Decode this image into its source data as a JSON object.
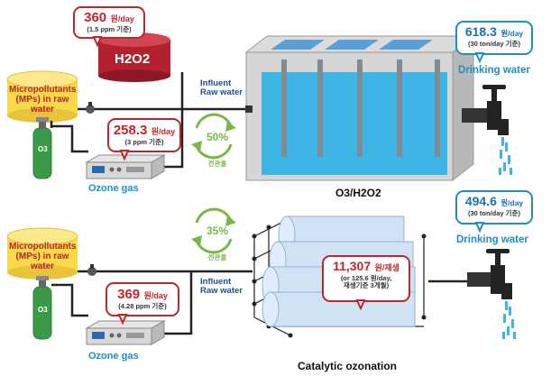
{
  "top": {
    "micropollutants": "Micropollutants (MPs) in raw water",
    "o3_label": "O3",
    "h2o2_label": "H2O2",
    "h2o2_cost": {
      "value": "360",
      "unit": "원/day",
      "note": "(1.5 ppm 기준)"
    },
    "ozone_cost": {
      "value": "258.3",
      "unit": "원/day",
      "note": "(3 ppm 기준)"
    },
    "influent": "Influent Raw water",
    "reduction": {
      "percent": "50%",
      "label": "전관율"
    },
    "ozone_gas": "Ozone gas",
    "reactor_label": "O3/H2O2",
    "drinking_cost": {
      "value": "618.3",
      "unit": "원/day",
      "note": "(30 ton/day 기준)"
    },
    "drinking_water": "Drinking water"
  },
  "bottom": {
    "micropollutants": "Micropollutants (MPs) in raw water",
    "o3_label": "O3",
    "ozone_cost": {
      "value": "369",
      "unit": "원/day",
      "note": "(4.28 ppm 기준)"
    },
    "influent": "Influent Raw water",
    "reduction": {
      "percent": "35%",
      "label": "전관율"
    },
    "ozone_gas": "Ozone gas",
    "catalyst_cost": {
      "value": "11,307",
      "unit": "원/재생",
      "note1": "(or 125.6 원/day,",
      "note2": "재생기준 3개월)"
    },
    "reactor_label": "Catalytic ozonation",
    "drinking_cost": {
      "value": "494.6",
      "unit": "원/day",
      "note": "(30 ton/day 기준)"
    },
    "drinking_water": "Drinking water"
  },
  "colors": {
    "tank_yellow": "#f7d94a",
    "h2o2_red": "#b3202e",
    "cost_red": "#c0262b",
    "water_blue": "#3fb5e6",
    "drink_blue": "#1d8fc2",
    "cylinder_blue": "#cfe3f4",
    "recycle_green": "#7ab648",
    "ozone_bottle_green": "#3a9a4a"
  }
}
